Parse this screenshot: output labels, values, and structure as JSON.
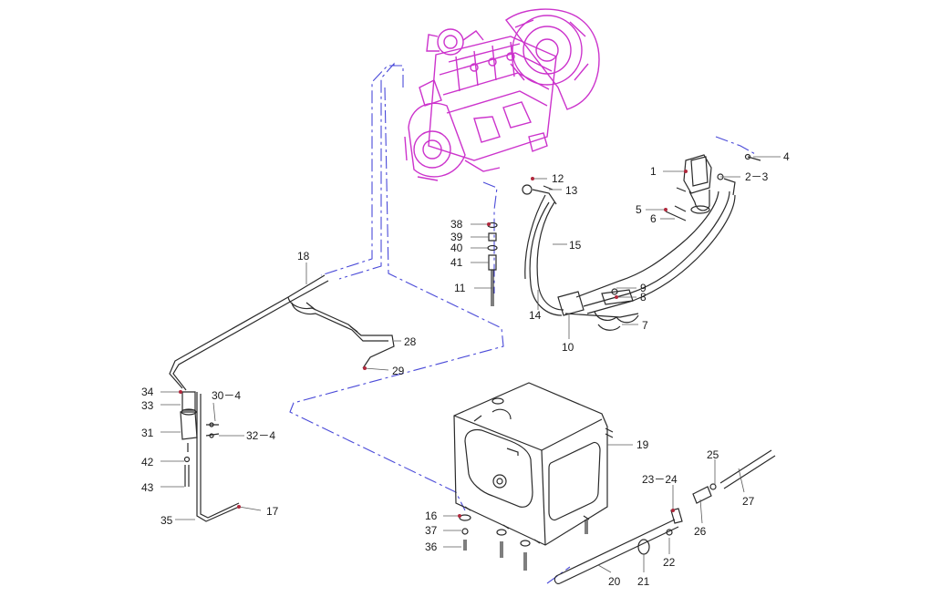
{
  "colors": {
    "engine": "#cc33cc",
    "pipe_dash": "#4a4ad8",
    "parts": "#2a2a2a",
    "leader_dot": "#b0283c"
  },
  "callouts": {
    "c1": "1",
    "c2_3": "2－3",
    "c4": "4",
    "c5": "5",
    "c6": "6",
    "c7": "7",
    "c8": "8",
    "c9": "9",
    "c10": "10",
    "c11": "11",
    "c12": "12",
    "c13": "13",
    "c14": "14",
    "c15": "15",
    "c16": "16",
    "c17": "17",
    "c18": "18",
    "c19": "19",
    "c20": "20",
    "c21": "21",
    "c22": "22",
    "c23_24": "23－24",
    "c25": "25",
    "c26": "26",
    "c27": "27",
    "c28": "28",
    "c29": "29",
    "c30_4": "30－4",
    "c31": "31",
    "c32_4": "32－4",
    "c33": "33",
    "c34": "34",
    "c35": "35",
    "c36": "36",
    "c37": "37",
    "c38": "38",
    "c39": "39",
    "c40": "40",
    "c41": "41",
    "c42": "42",
    "c43": "43"
  }
}
